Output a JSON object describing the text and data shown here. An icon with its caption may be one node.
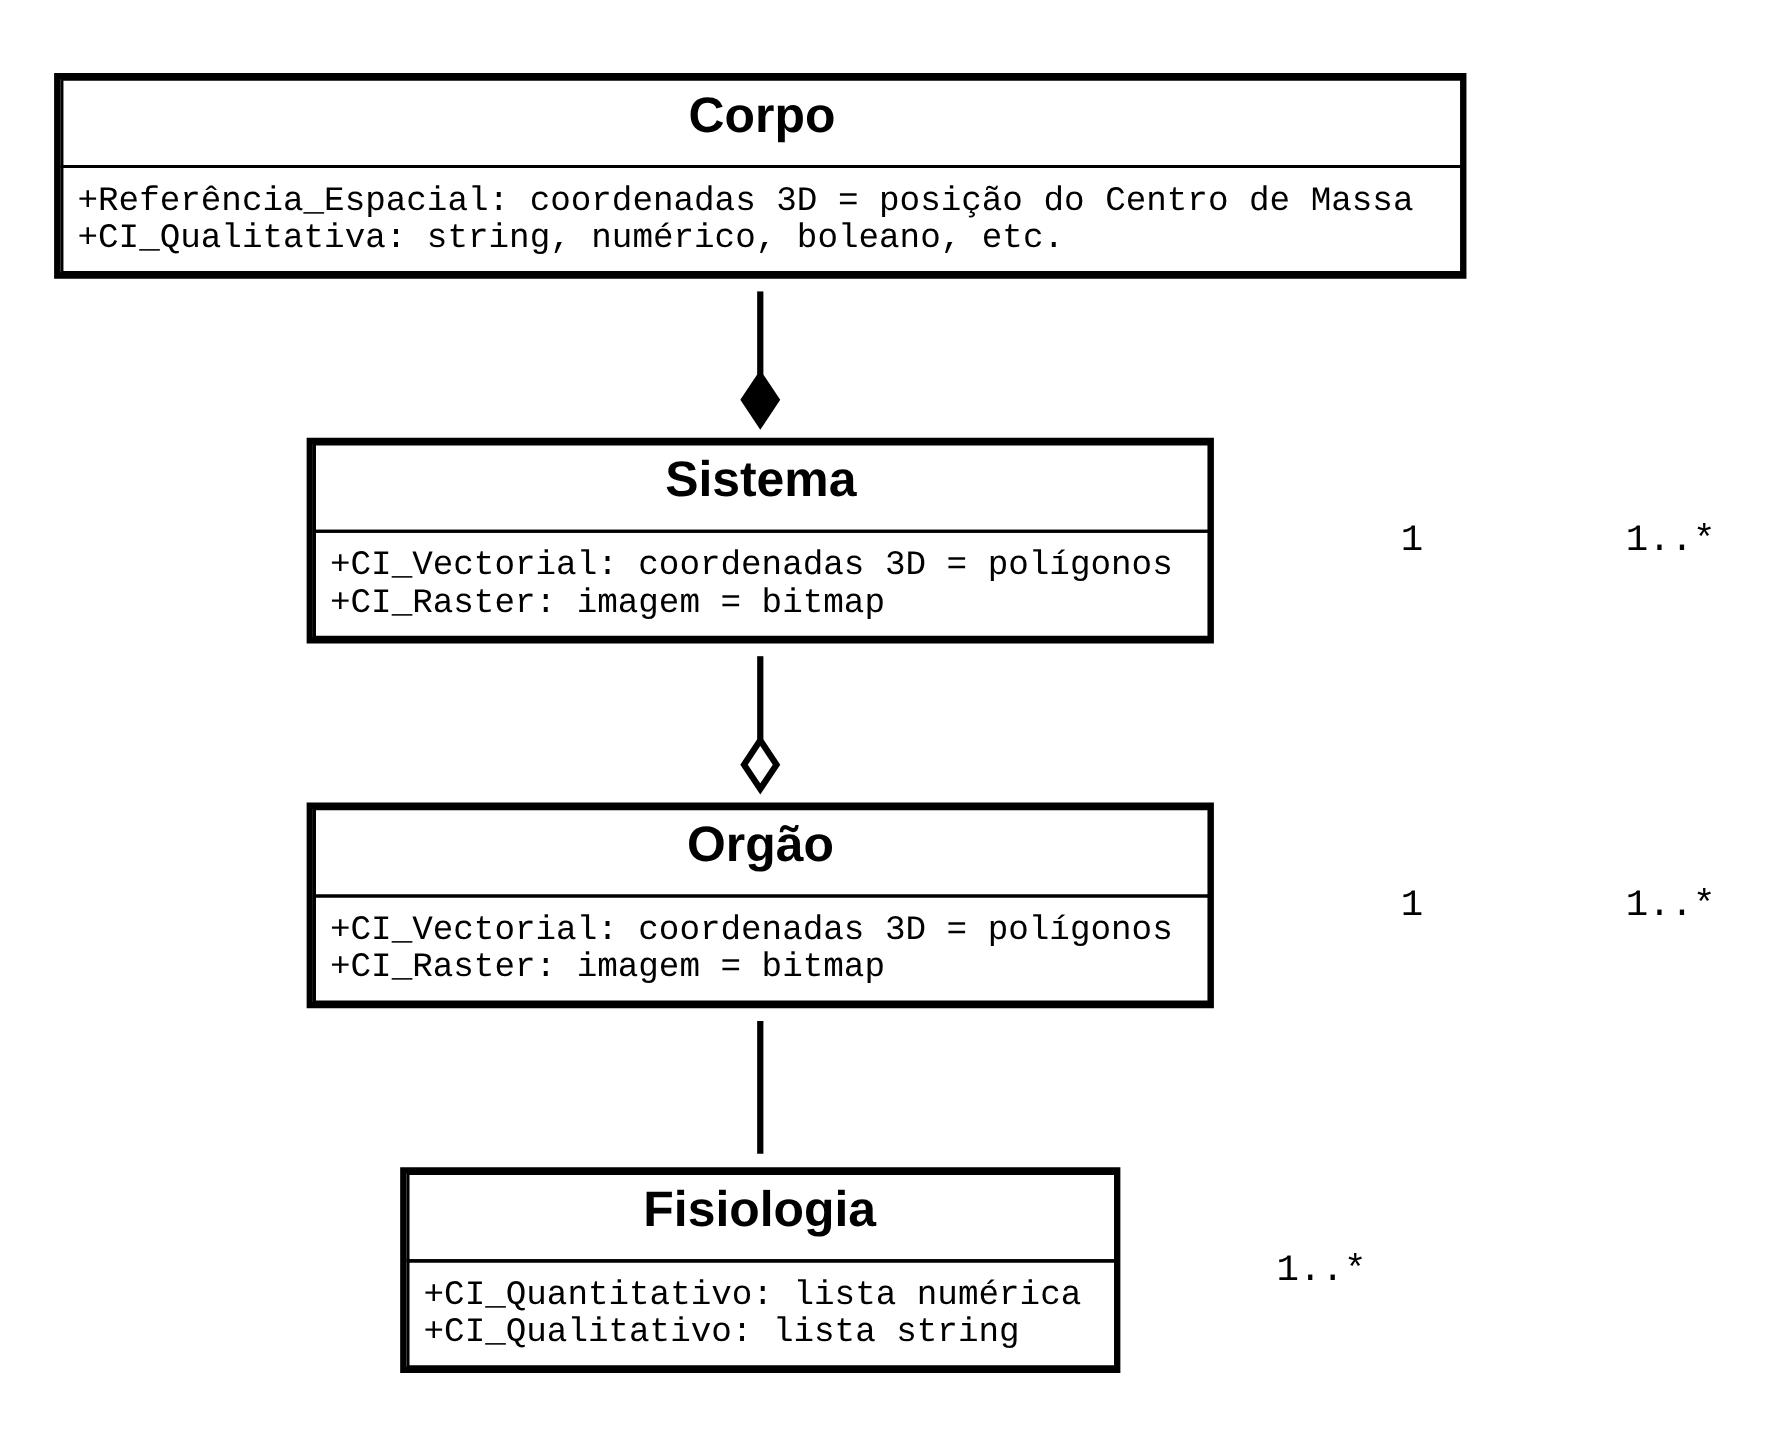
{
  "diagram": {
    "nodes": [
      {
        "text": [
          "Corpo",
          "+Referência_Espacial: coordenadas 3D = posição do Centro de Massa",
          "+CI_Qualitativa: string, numérico, boleano, etc."
        ]
      },
      {
        "text": [
          "Sistema",
          "+CI_Vectorial: coordenadas 3D = polígonos",
          "+CI_Raster: imagem = bitmap"
        ]
      },
      {
        "text": [
          "Orgão",
          "+CI_Vectorial: coordenadas 3D = polígonos",
          "+CI_Raster: imagem = bitmap"
        ]
      },
      {
        "text": [
          "Fisiologia",
          "+CI_Quantitativo: lista numérica",
          "+CI_Qualitativo: lista string"
        ]
      }
    ],
    "edges": [
      {
        "from": 0,
        "to": 1,
        "arrow": "other"
      },
      {
        "from": 1,
        "to": 2,
        "arrow": "other"
      },
      {
        "from": 2,
        "to": 3,
        "arrow": "none"
      }
    ],
    "labels": [
      "1..*",
      "1",
      "1..*",
      "1",
      "1..*"
    ]
  }
}
